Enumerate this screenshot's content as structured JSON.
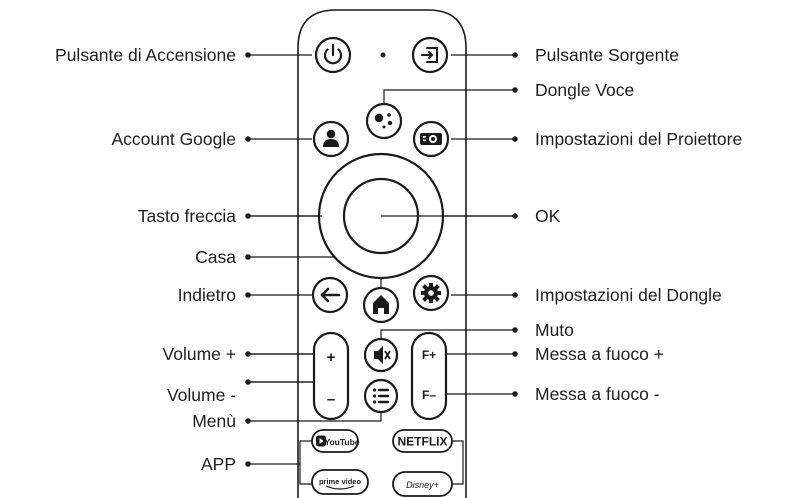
{
  "labels_left": {
    "power": "Pulsante di Accensione",
    "google_account": "Account Google",
    "arrow_key": "Tasto freccia",
    "home": "Casa",
    "back": "Indietro",
    "volume_up": "Volume +",
    "volume_down": "Volume -",
    "menu": "Menù",
    "app": "APP"
  },
  "labels_right": {
    "source": "Pulsante Sorgente",
    "voice_dongle": "Dongle Voce",
    "projector_settings": "Impostazioni del Proiettore",
    "ok": "OK",
    "dongle_settings": "Impostazioni del Dongle",
    "mute": "Muto",
    "focus_up": "Messa a fuoco +",
    "focus_down": "Messa a fuoco -"
  },
  "buttons": {
    "vol_plus": "+",
    "vol_minus": "–",
    "focus_plus": "F+",
    "focus_minus": "F–",
    "youtube": "YouTube",
    "netflix": "NETFLIX",
    "prime_video": "prime video",
    "disney_plus": "Disney+"
  },
  "colors": {
    "line": "#1a1a1a",
    "button_fill": "#ffffff",
    "icon": "#1a1a1a"
  }
}
